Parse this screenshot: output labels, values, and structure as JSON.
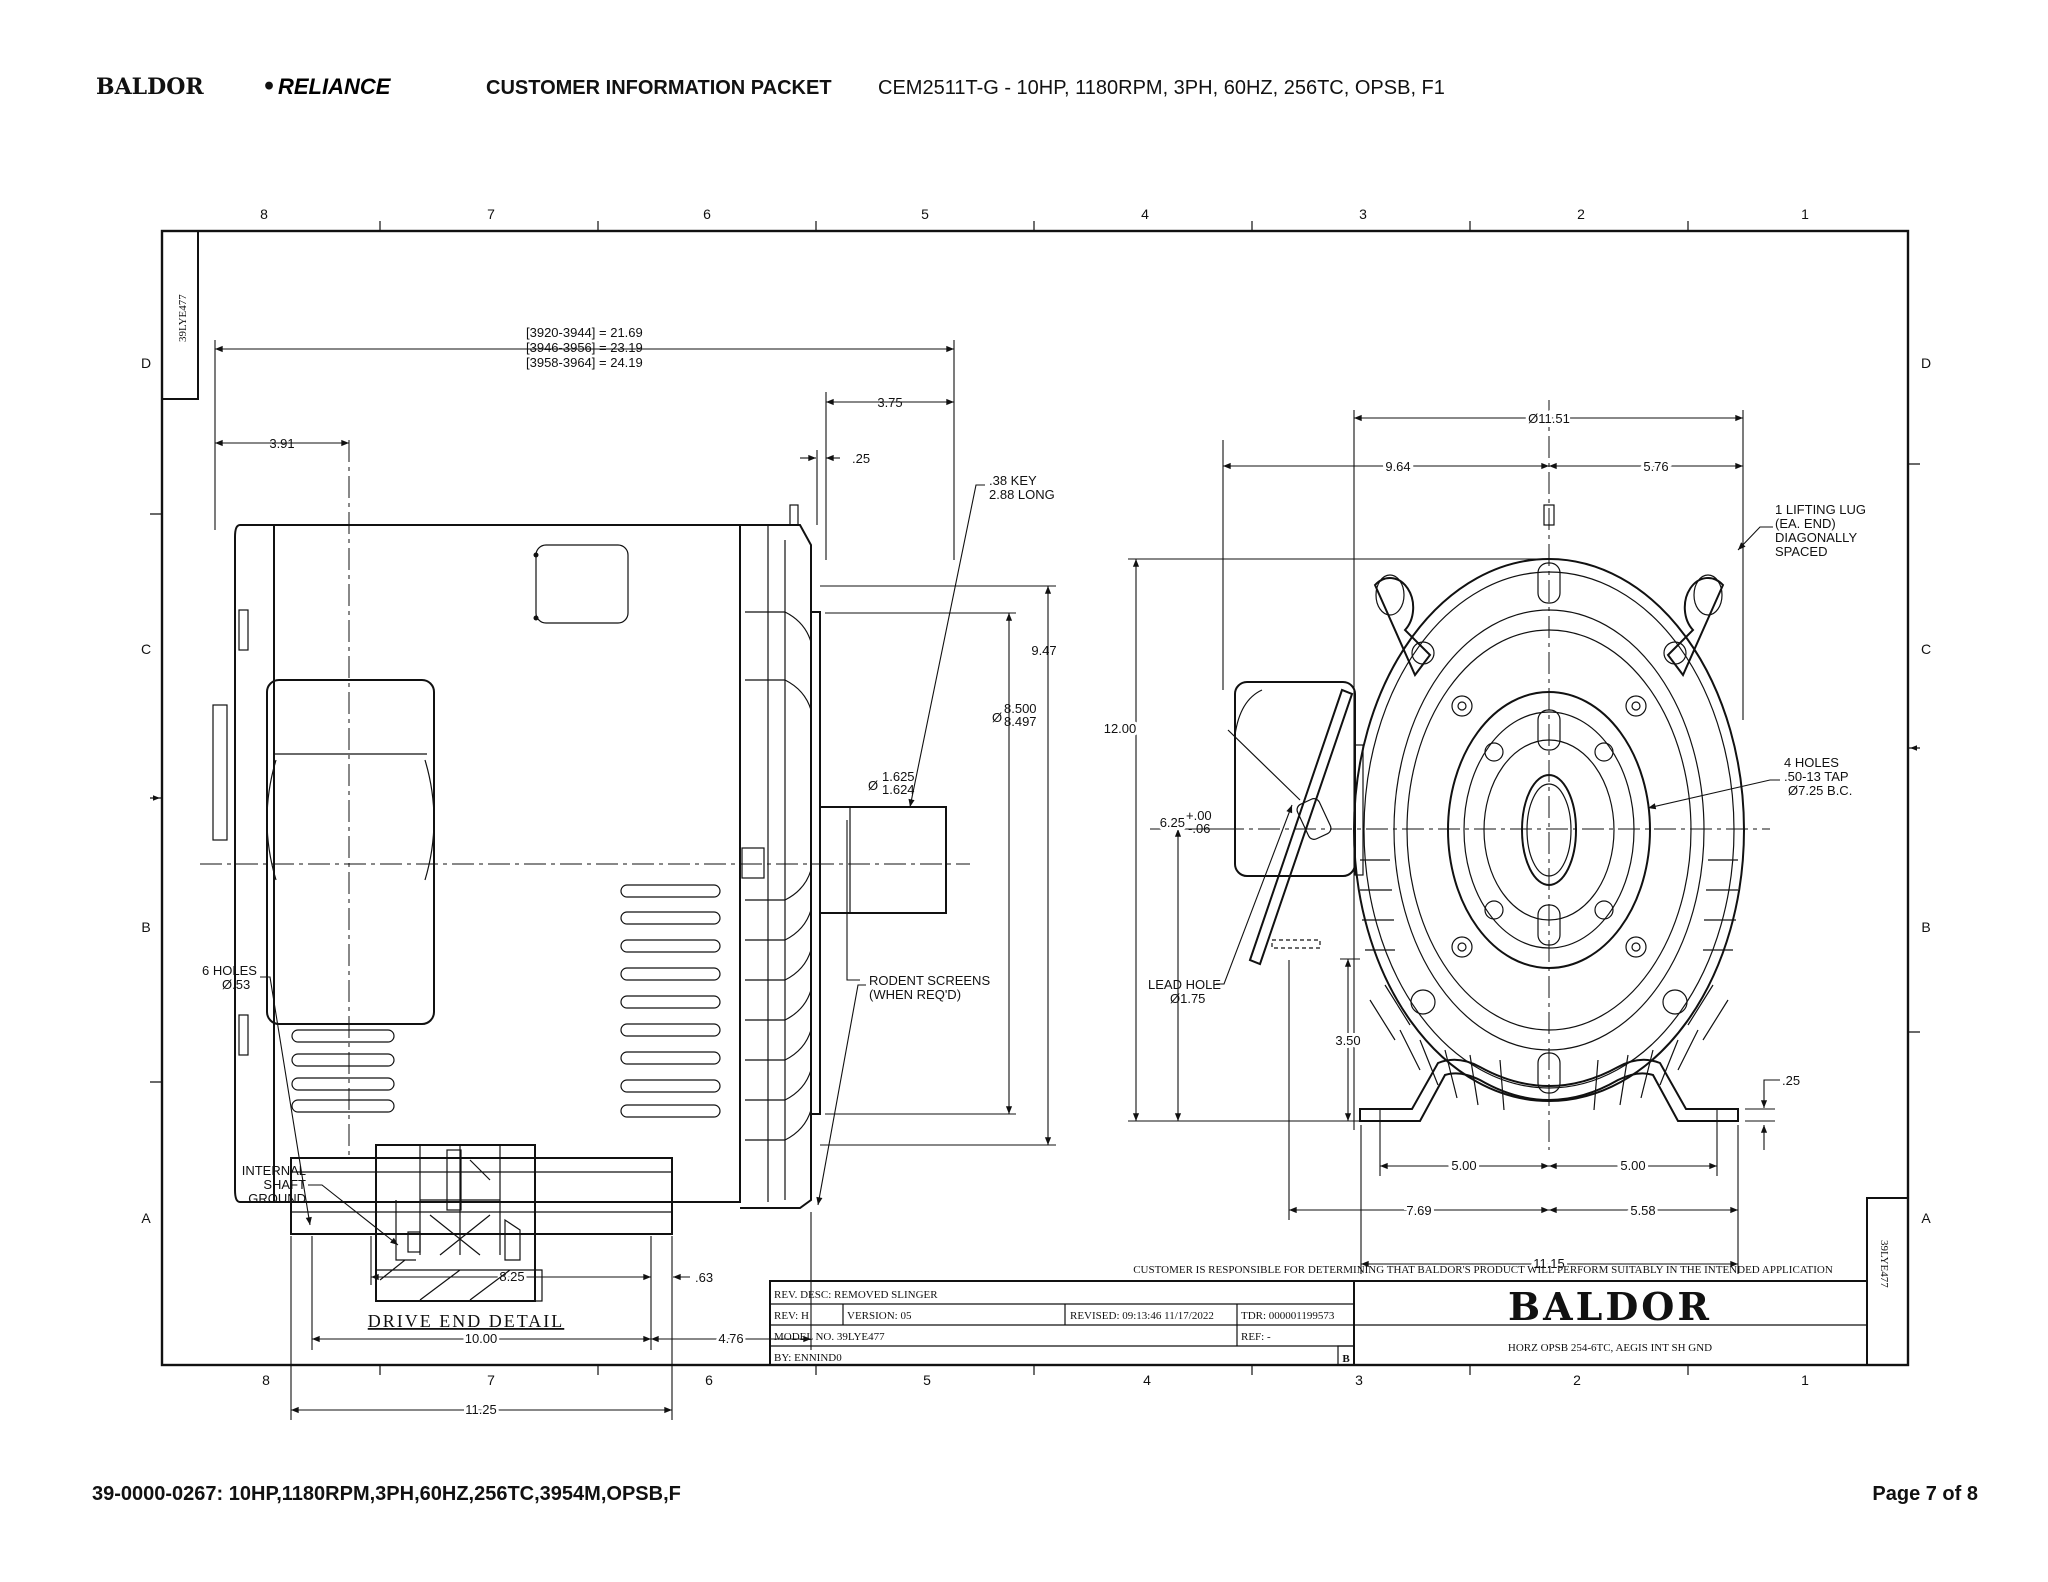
{
  "header": {
    "brand_logo": "BALDOR • RELIANCE",
    "brand_left": "BALDOR",
    "brand_right": "RELIANCE",
    "packet_title": "CUSTOMER INFORMATION PACKET",
    "model_line": "CEM2511T-G - 10HP, 1180RPM, 3PH, 60HZ, 256TC, OPSB, F1"
  },
  "drawing": {
    "zones_top": [
      "8",
      "7",
      "6",
      "5",
      "4",
      "3",
      "2",
      "1"
    ],
    "zones_side": [
      "D",
      "C",
      "B",
      "A"
    ],
    "drawing_id": "39LYE477",
    "side_view": {
      "overall_lengths": [
        "[3920-3944] = 21.69",
        "[3946-3956] = 23.19",
        "[3958-3964] = 24.19"
      ],
      "dim_3_75": "3.75",
      "dim_3_91": "3.91",
      "dim_0_25": ".25",
      "key_note": [
        ".38 KEY",
        "2.88 LONG"
      ],
      "dim_9_47": "9.47",
      "pilot_dia": [
        "8.500",
        "8.497"
      ],
      "shaft_dia": [
        "1.625",
        "1.624"
      ],
      "dim_8_25": "8.25",
      "dim_0_63": ".63",
      "dim_10_00": "10.00",
      "dim_4_76": "4.76",
      "dim_11_25": "11.25",
      "holes_note": [
        "6 HOLES",
        "Ø.53"
      ],
      "rodent_note": [
        "RODENT SCREENS",
        "(WHEN REQ'D)"
      ],
      "dia_symbol": "Ø"
    },
    "end_view": {
      "dim_11_51": "Ø11.51",
      "dim_9_64": "9.64",
      "dim_5_76": "5.76",
      "dim_12_00": "12.00",
      "dim_6_25": "6.25",
      "tol_plus": "+.00",
      "tol_minus": "-.06",
      "dim_3_50": "3.50",
      "dim_0_25": ".25",
      "dim_5_00_left": "5.00",
      "dim_5_00_right": "5.00",
      "dim_7_69": "7.69",
      "dim_5_58": "5.58",
      "dim_11_15": "11.15",
      "lug_note": [
        "1 LIFTING LUG",
        "(EA. END)",
        "DIAGONALLY",
        "SPACED"
      ],
      "holes_note": [
        "4 HOLES",
        ".50-13 TAP",
        "Ø7.25 B.C."
      ],
      "lead_note": [
        "LEAD HOLE",
        "Ø1.75"
      ]
    },
    "detail": {
      "title": "DRIVE END DETAIL",
      "callout": [
        "INTERNAL",
        "SHAFT",
        "GROUND"
      ]
    },
    "disclaimer": "CUSTOMER IS RESPONSIBLE FOR DETERMINING THAT BALDOR'S PRODUCT WILL PERFORM SUITABLY IN THE INTENDED APPLICATION",
    "title_block": {
      "rev_desc": "REV. DESC: REMOVED SLINGER",
      "rev": "REV:  H",
      "version": "VERSION:  05",
      "revised": "REVISED:  09:13:46 11/17/2022",
      "tdr": "TDR:  000001199573",
      "model_no": "MODEL NO.  39LYE477",
      "ref": "REF:  -",
      "by": "BY: ENNIND0",
      "size": "B",
      "logo": "BALDOR",
      "description": "HORZ OPSB 254-6TC, AEGIS INT SH GND"
    }
  },
  "footer": {
    "left": "39-0000-0267: 10HP,1180RPM,3PH,60HZ,256TC,3954M,OPSB,F",
    "page": "Page 7 of 8"
  }
}
